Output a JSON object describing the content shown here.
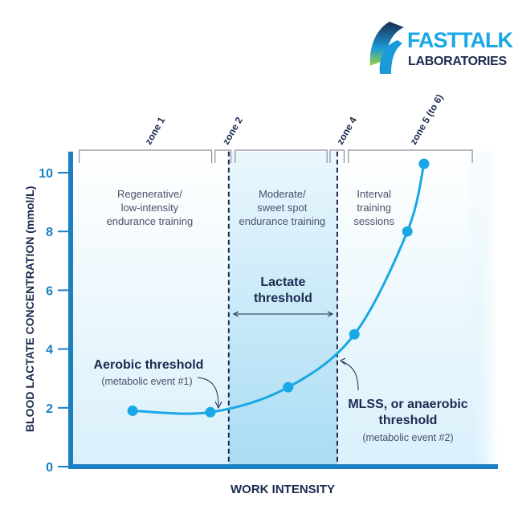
{
  "logo": {
    "line1a": "FAST",
    "line1b": "TALK",
    "line2": "LABORATORIES"
  },
  "colors": {
    "navy": "#1b2a4e",
    "accent": "#19a7e6",
    "axis": "#1b7fc4",
    "panel": "#e3f3fb",
    "lt_zone": "#bfe6f7"
  },
  "chart_data": {
    "type": "line",
    "title": "",
    "xlabel": "WORK INTENSITY",
    "ylabel": "BLOOD LACTATE CONCENTRATION (mmol/L)",
    "ylim": [
      0,
      10.5
    ],
    "xlim": [
      0,
      100
    ],
    "yticks": [
      "0",
      "2",
      "4",
      "6",
      "8",
      "10"
    ],
    "ytick_values": [
      0,
      2,
      4,
      6,
      8,
      10
    ],
    "grid": false,
    "series": [
      {
        "name": "Blood lactate",
        "x": [
          14.5,
          32.7,
          50.9,
          66.4,
          78.8,
          82.7
        ],
        "y": [
          1.9,
          1.85,
          2.7,
          4.5,
          8.0,
          10.3
        ]
      }
    ],
    "thresholds": [
      {
        "name": "Aerobic threshold",
        "x": 37
      },
      {
        "name": "MLSS",
        "x": 62.4
      }
    ],
    "zones": [
      {
        "label": "zone 1",
        "range": [
          2,
          33
        ]
      },
      {
        "label": "zone 2",
        "range": [
          33.8,
          37.5
        ]
      },
      {
        "label": "zone 4",
        "range": [
          60.7,
          64
        ]
      },
      {
        "label": "zone 5 (to 6)",
        "range": [
          65,
          94
        ]
      }
    ],
    "zone_bracket_middle": [
      38.5,
      60
    ],
    "descriptions": [
      {
        "lines": [
          "Regenerative/",
          "low-intensity",
          "endurance training"
        ],
        "x": 18.5
      },
      {
        "lines": [
          "Moderate/",
          "sweet spot",
          "endurance training"
        ],
        "x": 49.5
      },
      {
        "lines": [
          "Interval",
          "training",
          "sessions"
        ],
        "x": 71
      }
    ],
    "annotations": {
      "lactate_threshold": [
        "Lactate",
        "threshold"
      ],
      "aerobic": {
        "title": "Aerobic threshold",
        "sub": "(metabolic event #1)"
      },
      "mlss": {
        "title1": "MLSS, or anaerobic",
        "title2": "threshold",
        "sub": "(metabolic event #2)"
      }
    }
  }
}
